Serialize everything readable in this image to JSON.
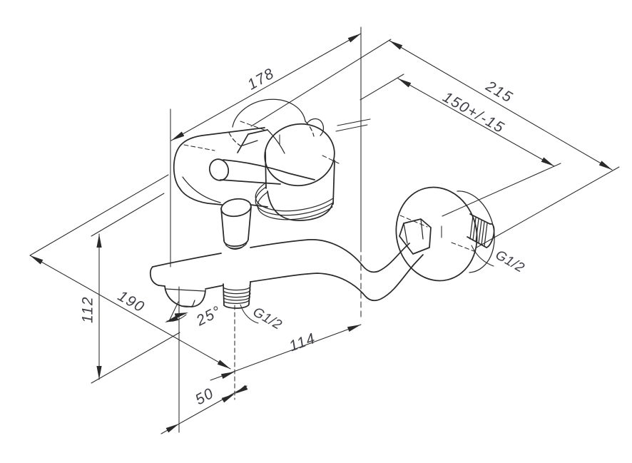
{
  "drawing": {
    "kind": "axonometric dimension drawing — wall-mounted single-lever bath shower mixer",
    "units": "mm",
    "labels": {
      "width": "178",
      "total_depth": "215",
      "inlet_spacing": "150+/-15",
      "body_height": "112",
      "spout_reach": "190",
      "spout_angle": "25°",
      "shower_outlet_thread": "G1/2",
      "inlet_thread": "G1/2",
      "outlet_to_wall": "114",
      "spout_to_outlet": "50"
    },
    "colors": {
      "line": "#2a2a2a",
      "text": "#3d3d46",
      "background": "#ffffff"
    }
  }
}
